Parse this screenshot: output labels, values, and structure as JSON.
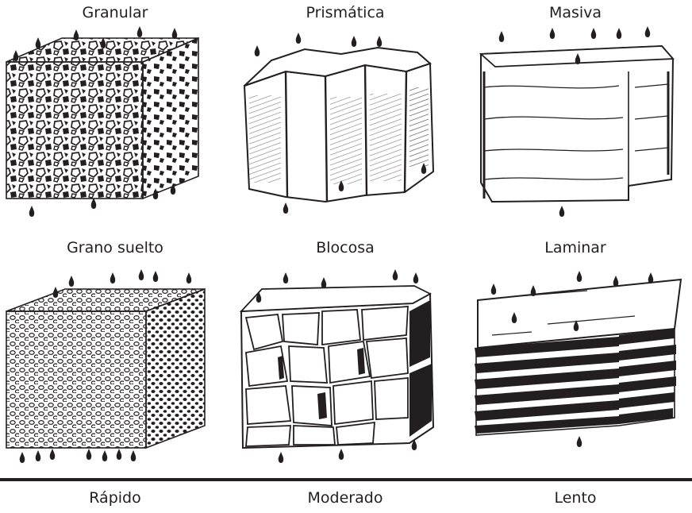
{
  "structures": {
    "top": [
      {
        "label": "Granular",
        "icon": "granular-structure-icon"
      },
      {
        "label": "Prismática",
        "icon": "prismatic-structure-icon"
      },
      {
        "label": "Masiva",
        "icon": "massive-structure-icon"
      }
    ],
    "middle": [
      {
        "label": "Grano suelto",
        "icon": "single-grain-structure-icon"
      },
      {
        "label": "Blocosa",
        "icon": "blocky-structure-icon"
      },
      {
        "label": "Laminar",
        "icon": "platy-structure-icon"
      }
    ]
  },
  "drainage": [
    "Rápido",
    "Moderado",
    "Lento"
  ],
  "colors": {
    "ink": "#231f20",
    "background": "#ffffff"
  }
}
